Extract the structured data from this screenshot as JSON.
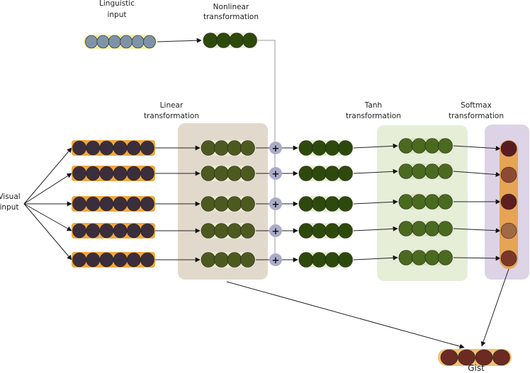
{
  "labels": {
    "linguistic_input": [
      "Linguistic",
      "input"
    ],
    "nonlinear_transformation": [
      "Nonlinear",
      "transformation"
    ],
    "linear_transformation": [
      "Linear",
      "transformation"
    ],
    "tanh_transformation": [
      "Tanh",
      "transformation"
    ],
    "softmax_transformation": [
      "Softmax",
      "transformation"
    ],
    "visual_input": [
      "Visual",
      "input"
    ],
    "gist": "Gist",
    "plus_symbol": "+"
  },
  "colors": {
    "linguistic_unit": "#7f93a8",
    "linguistic_bar": "#f3f0a0",
    "visual_unit": "#3b2e3c",
    "visual_bar": "#f0a640",
    "linear_box": "#e2d9cd",
    "linear_unit": "#4d5a1f",
    "dark_green_unit": "#2d4a0c",
    "tanh_box": "#e6eed8",
    "tanh_unit": "#4a6a1f",
    "softmax_box": "#ddd3e6",
    "softmax_bar": "#e7a455",
    "softmax_units": [
      "#5a1c20",
      "#8c4a35",
      "#5e1e20",
      "#a06a45",
      "#7a3828"
    ],
    "plus_circle": "#a9acc9",
    "gist_unit": "#6b2a22",
    "gist_bar": "#f0c070"
  },
  "layers": {
    "linguistic_units": 6,
    "nonlinear_units": 4,
    "visual_rows": 5,
    "visual_units_per_row": 6,
    "linear_units": 4,
    "combined_units": 4,
    "tanh_units": 4,
    "softmax_units": 5,
    "gist_units": 4
  }
}
